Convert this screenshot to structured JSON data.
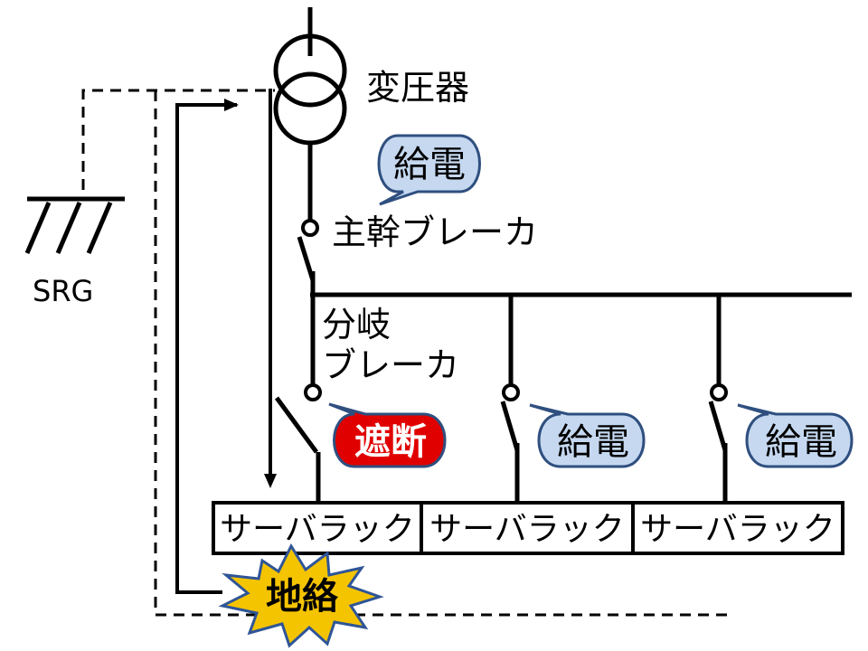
{
  "labels": {
    "transformer": "変圧器",
    "main_breaker": "主幹ブレーカ",
    "branch_breaker_line1": "分岐",
    "branch_breaker_line2": "ブレーカ",
    "srg": "SRG"
  },
  "bubbles": {
    "main_feed": "給電",
    "branch1_state": "遮断",
    "branch2_state": "給電",
    "branch3_state": "給電"
  },
  "racks": [
    "サーバラック",
    "サーバラック",
    "サーバラック"
  ],
  "fault": "地絡",
  "colors": {
    "line": "#000000",
    "bubble_fill": "#c5d8f0",
    "bubble_stroke": "#2f4f7f",
    "alert_fill": "#e00000",
    "burst_fill": "#f5c400",
    "burst_stroke": "#2f5597"
  }
}
